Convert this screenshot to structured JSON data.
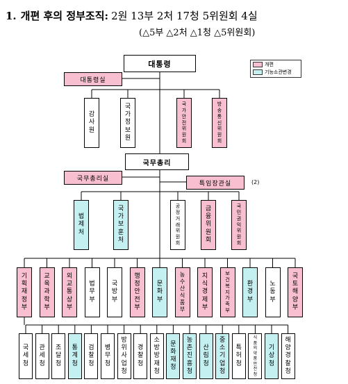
{
  "header": {
    "number": "1.",
    "title": "개편 후의 정부조직:",
    "summary": "2원 13부 2처 17청 5위원회 4실",
    "sub": "(△5부 △2처 △1청 △5위원회)"
  },
  "legend": {
    "reorg": "개편",
    "function_change": "기능소관변경"
  },
  "colors": {
    "reorg": "#f7bfd0",
    "function_change": "#c4f0f2",
    "plain": "#ffffff"
  },
  "president": {
    "label": "대통령"
  },
  "chief_of_staff": {
    "label": "대통령실"
  },
  "president_units": [
    {
      "label": "감사원",
      "status": "plain"
    },
    {
      "label": "국가정보원",
      "status": "plain"
    },
    {
      "label": "국가안전위원회",
      "status": "reorg"
    },
    {
      "label": "방송통신위원회",
      "status": "reorg"
    }
  ],
  "prime_minister": {
    "label": "국무총리"
  },
  "pm_office": {
    "label": "국무총리실"
  },
  "special_office": {
    "label": "특임장관실"
  },
  "note": "(2)",
  "pm_units": [
    {
      "label": "법제처",
      "status": "function_change"
    },
    {
      "label": "국가보훈처",
      "status": "function_change"
    },
    {
      "label": "공정거래위원회",
      "status": "plain"
    },
    {
      "label": "금융위원회",
      "status": "reorg"
    },
    {
      "label": "국민권익위원회",
      "status": "reorg"
    }
  ],
  "ministries": [
    {
      "label": "기획재정부",
      "status": "reorg"
    },
    {
      "label": "교육과학부",
      "status": "reorg"
    },
    {
      "label": "외교통상부",
      "status": "reorg"
    },
    {
      "label": "법무부",
      "status": "plain"
    },
    {
      "label": "국방부",
      "status": "plain"
    },
    {
      "label": "행정안전부",
      "status": "reorg"
    },
    {
      "label": "문화부",
      "status": "function_change"
    },
    {
      "label": "농수산식품부",
      "status": "reorg"
    },
    {
      "label": "지식경제부",
      "status": "reorg"
    },
    {
      "label": "보건복지가족부",
      "status": "reorg"
    },
    {
      "label": "환경부",
      "status": "function_change"
    },
    {
      "label": "노동부",
      "status": "plain"
    },
    {
      "label": "국토해양부",
      "status": "reorg"
    }
  ],
  "agencies": [
    {
      "label": "국세청",
      "status": "plain"
    },
    {
      "label": "관세청",
      "status": "plain"
    },
    {
      "label": "조달청",
      "status": "plain"
    },
    {
      "label": "통계청",
      "status": "function_change"
    },
    {
      "label": "검찰청",
      "status": "plain"
    },
    {
      "label": "병무청",
      "status": "plain"
    },
    {
      "label": "방위사업청",
      "status": "plain"
    },
    {
      "label": "경찰청",
      "status": "plain"
    },
    {
      "label": "소방방재청",
      "status": "plain"
    },
    {
      "label": "문화재청",
      "status": "function_change"
    },
    {
      "label": "농촌진흥청",
      "status": "function_change"
    },
    {
      "label": "산림청",
      "status": "function_change"
    },
    {
      "label": "중소기업청",
      "status": "function_change"
    },
    {
      "label": "특허청",
      "status": "plain"
    },
    {
      "label": "식품의약품안전청",
      "status": "plain"
    },
    {
      "label": "기상청",
      "status": "function_change"
    },
    {
      "label": "해양경찰청",
      "status": "plain"
    }
  ]
}
